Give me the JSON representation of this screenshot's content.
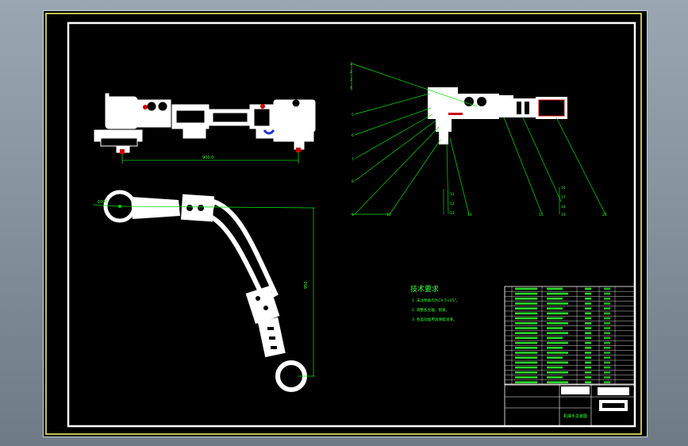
{
  "colors": {
    "background": "#000000",
    "outer_frame": "#ffff66",
    "inner_frame": "#ffffff",
    "part_fill": "#ffffff",
    "leader_lines": "#00dd00",
    "labels": "#33ff33",
    "accent_red": "#cc0000",
    "accent_blue": "#2233cc"
  },
  "dimensions": {
    "top_view_length": "900.0",
    "side_view_width": "1000",
    "side_view_height": "950"
  },
  "technical_requirements": {
    "title": "技术要求",
    "items": [
      "1. 未注倒角均为C0.5×45°。",
      "2. 调整各主轴，锁紧。",
      "3. 各运动副用润滑脂润滑。"
    ]
  },
  "balloons": {
    "left": [
      "1",
      "2",
      "3",
      "4",
      "5",
      "6",
      "7",
      "8",
      "9",
      "10"
    ],
    "bottom": [
      "11",
      "12",
      "13",
      "14",
      "15",
      "16",
      "17",
      "18",
      "19",
      "20"
    ]
  },
  "title_block": {
    "drawing_name": "机械手总装图"
  }
}
